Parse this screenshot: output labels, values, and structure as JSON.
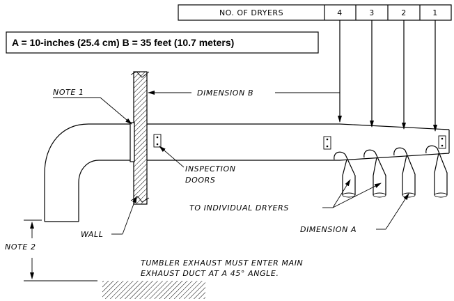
{
  "dryers_table": {
    "header": "NO. OF DRYERS",
    "columns": [
      "4",
      "3",
      "2",
      "1"
    ]
  },
  "dimensions_box": {
    "text": "A = 10-inches (25.4 cm)  B = 35 feet (10.7 meters)"
  },
  "labels": {
    "note1": "NOTE 1",
    "dimension_b": "DIMENSION B",
    "inspection_line1": "INSPECTION",
    "inspection_line2": "DOORS",
    "to_dryers": "TO INDIVIDUAL DRYERS",
    "wall": "WALL",
    "dimension_a": "DIMENSION A",
    "note2": "NOTE 2",
    "instruction_line1": "TUMBLER EXHAUST MUST ENTER MAIN",
    "instruction_line2": "EXHAUST DUCT AT A 45° ANGLE."
  },
  "icons": [
    "arrow-icon",
    "inspection-door-icon",
    "hatch-pattern"
  ]
}
